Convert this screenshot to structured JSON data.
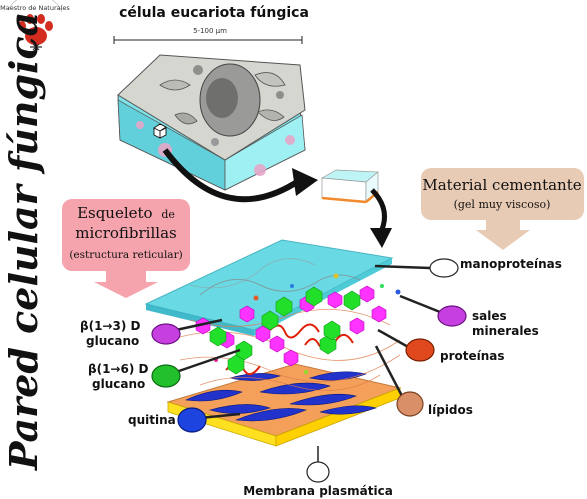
{
  "logo": {
    "text": "Maestro de Naturales"
  },
  "title": "Pared celular fúngica",
  "cell": {
    "title": "célula eucariota fúngica",
    "scale": "5-100 μm"
  },
  "skeleton_callout": {
    "line1": "Esqueleto",
    "line1_suffix": "de",
    "line2": "microfibrillas",
    "line3": "(estructura reticular)"
  },
  "cement_callout": {
    "line1": "Material cementante",
    "line2": "(gel muy viscoso)"
  },
  "labels": {
    "manoproteinas": "manoproteínas",
    "sales_1": "sales",
    "sales_2": "minerales",
    "proteinas": "proteínas",
    "lipidos": "lípidos",
    "b13_1": "β(1→3) D",
    "b13_2": "glucano",
    "b16_1": "β(1→6) D",
    "b16_2": "glucano",
    "quitina": "quitina",
    "membrana": "Membrana plasmática"
  },
  "colors": {
    "skeleton_box": "#f5a3ad",
    "cement_box": "#e8cbb5",
    "gel": "#4fd3e0",
    "glucan_magenta": "#ff33ff",
    "glucan_green": "#22e02a",
    "chitin_blue": "#2233cc",
    "membrane_orange": "#f4a05a",
    "membrane_yellow": "#ffe020"
  }
}
